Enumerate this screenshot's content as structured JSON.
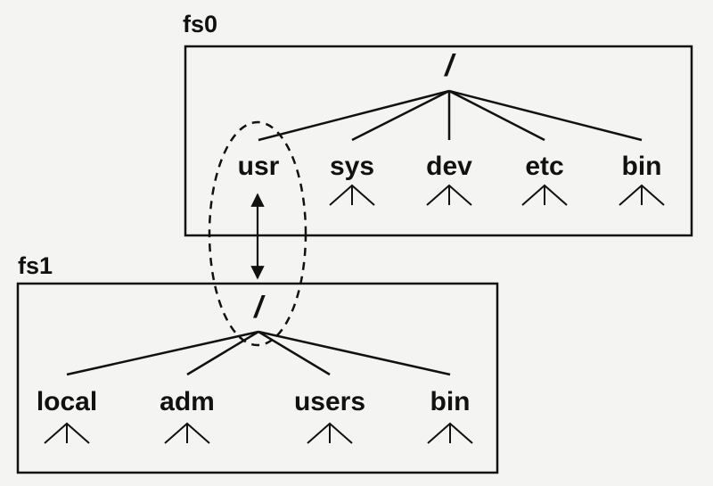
{
  "diagram": {
    "filesystems": [
      {
        "name": "fs0",
        "root": "/",
        "children": [
          "usr",
          "sys",
          "dev",
          "etc",
          "bin"
        ]
      },
      {
        "name": "fs1",
        "root": "/",
        "children": [
          "local",
          "adm",
          "users",
          "bin"
        ]
      }
    ],
    "mount": {
      "from": "fs0/usr",
      "to": "fs1/"
    },
    "colors": {
      "ink": "#111111",
      "background": "#f4f4f2"
    }
  }
}
